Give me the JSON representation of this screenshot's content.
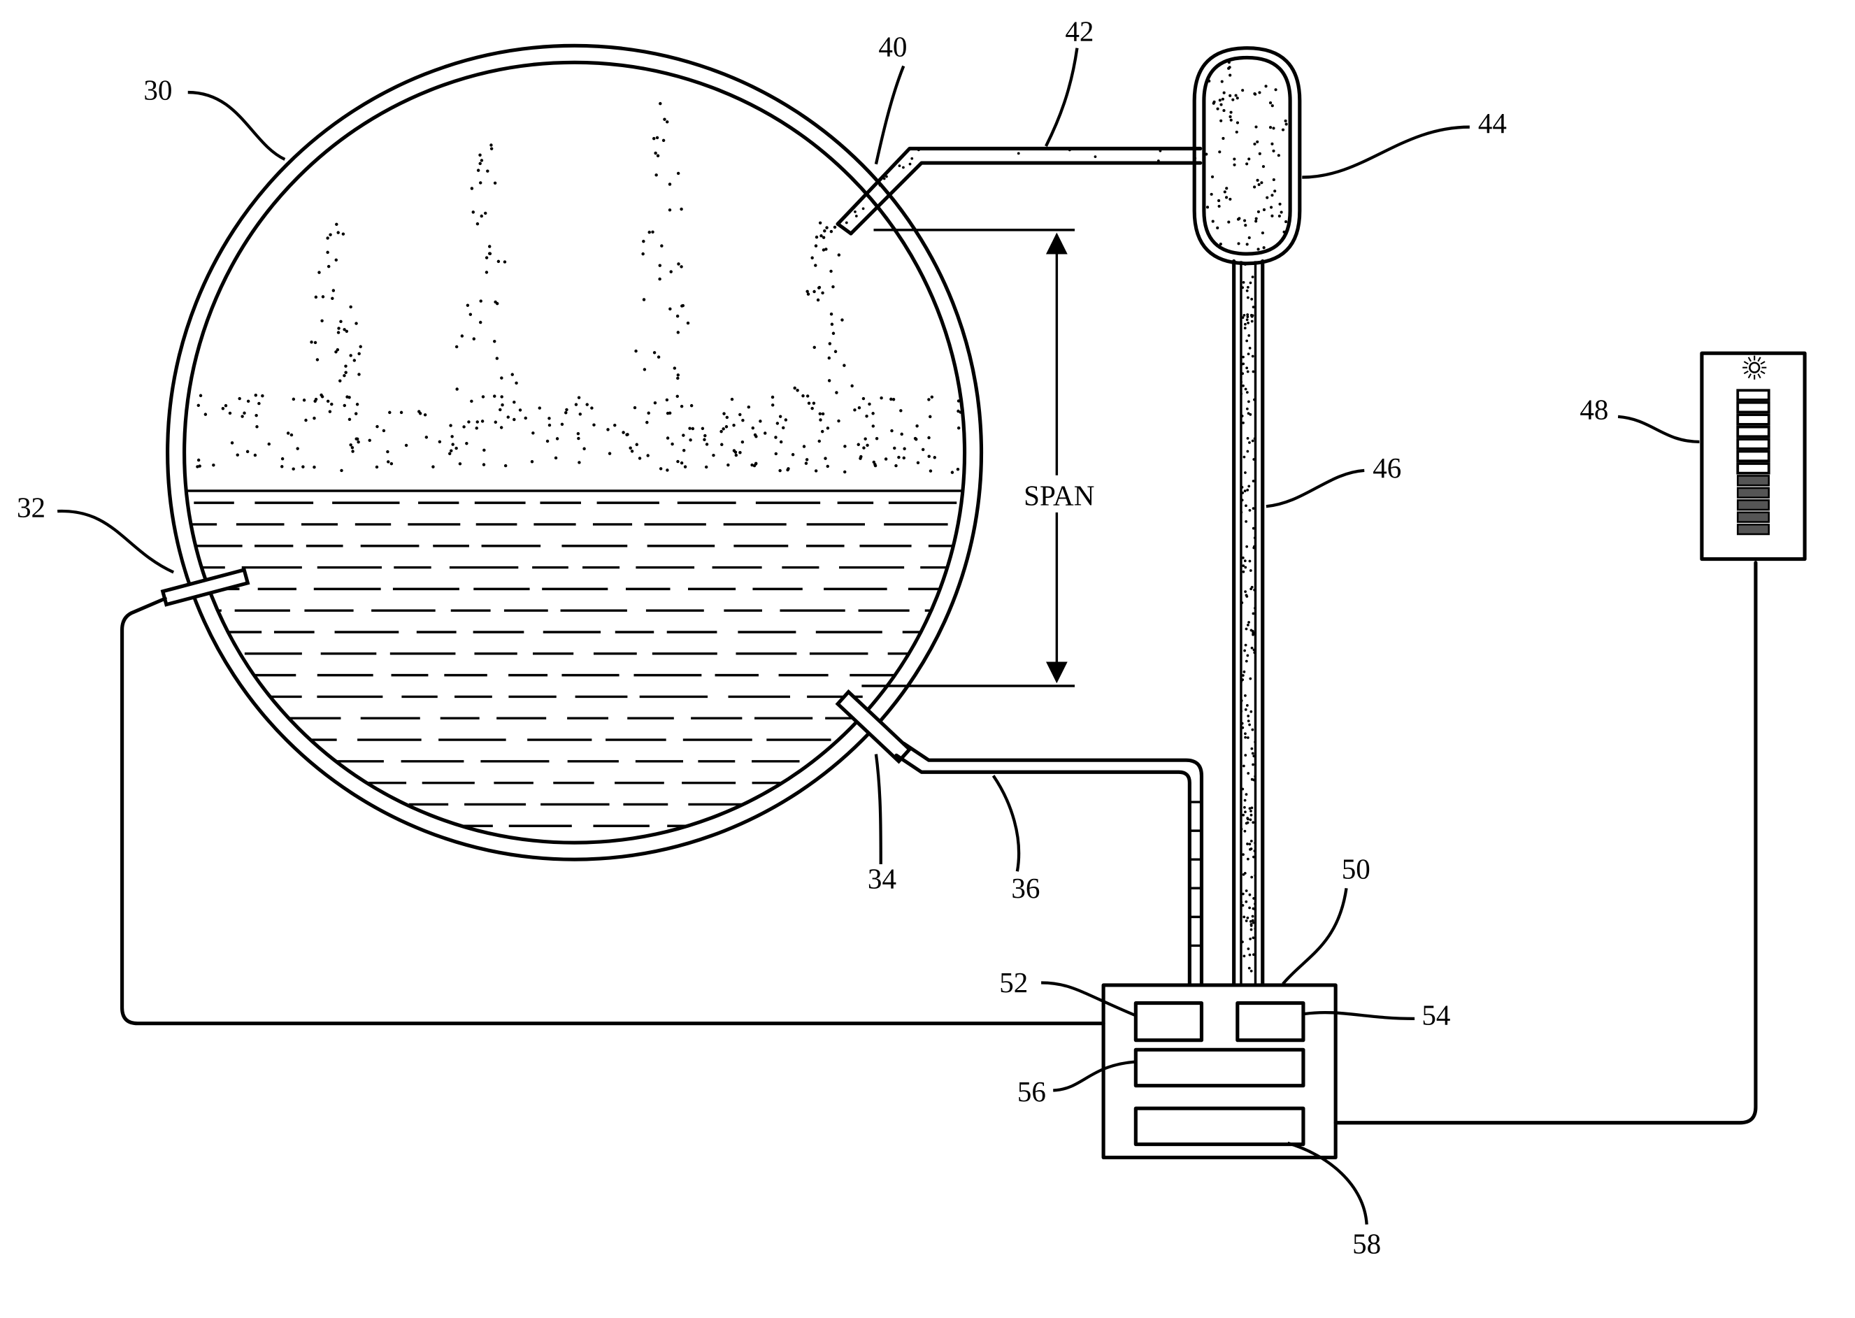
{
  "figure": {
    "labels": {
      "vessel": "30",
      "level_sensor": "32",
      "lower_tap": "34",
      "lower_line": "36",
      "upper_tap": "40",
      "upper_line": "42",
      "condensate_pot": "44",
      "reference_leg": "46",
      "display": "48",
      "transmitter": "50",
      "input_a": "52",
      "input_b": "54",
      "processor": "56",
      "output": "58"
    },
    "span_label": "SPAN"
  }
}
